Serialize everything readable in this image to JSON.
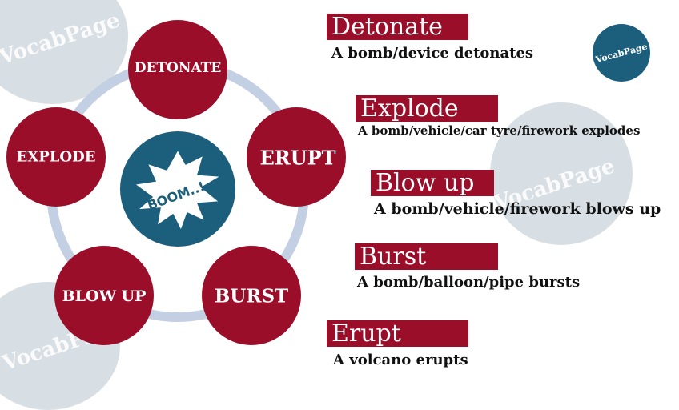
{
  "watermark": {
    "text": "VocabPage"
  },
  "logo": {
    "text": "VocabPage"
  },
  "diagram": {
    "center_label": "BOOM..!",
    "nodes": {
      "detonate": "DETONATE",
      "erupt": "ERUPT",
      "burst": "BURST",
      "blow_up": "BLOW UP",
      "explode": "EXPLODE"
    }
  },
  "entries": [
    {
      "term": "Detonate",
      "description": "A bomb/device detonates"
    },
    {
      "term": "Explode",
      "description": "A bomb/vehicle/car tyre/firework explodes"
    },
    {
      "term": "Blow up",
      "description": "A bomb/vehicle/firework blows up"
    },
    {
      "term": "Burst",
      "description": "A bomb/balloon/pipe bursts"
    },
    {
      "term": "Erupt",
      "description": "A volcano erupts"
    }
  ],
  "colors": {
    "node": "#9b0e2a",
    "center": "#1c5f7d",
    "ring": "#c3cfe3",
    "watermark": "#d7dee4"
  }
}
